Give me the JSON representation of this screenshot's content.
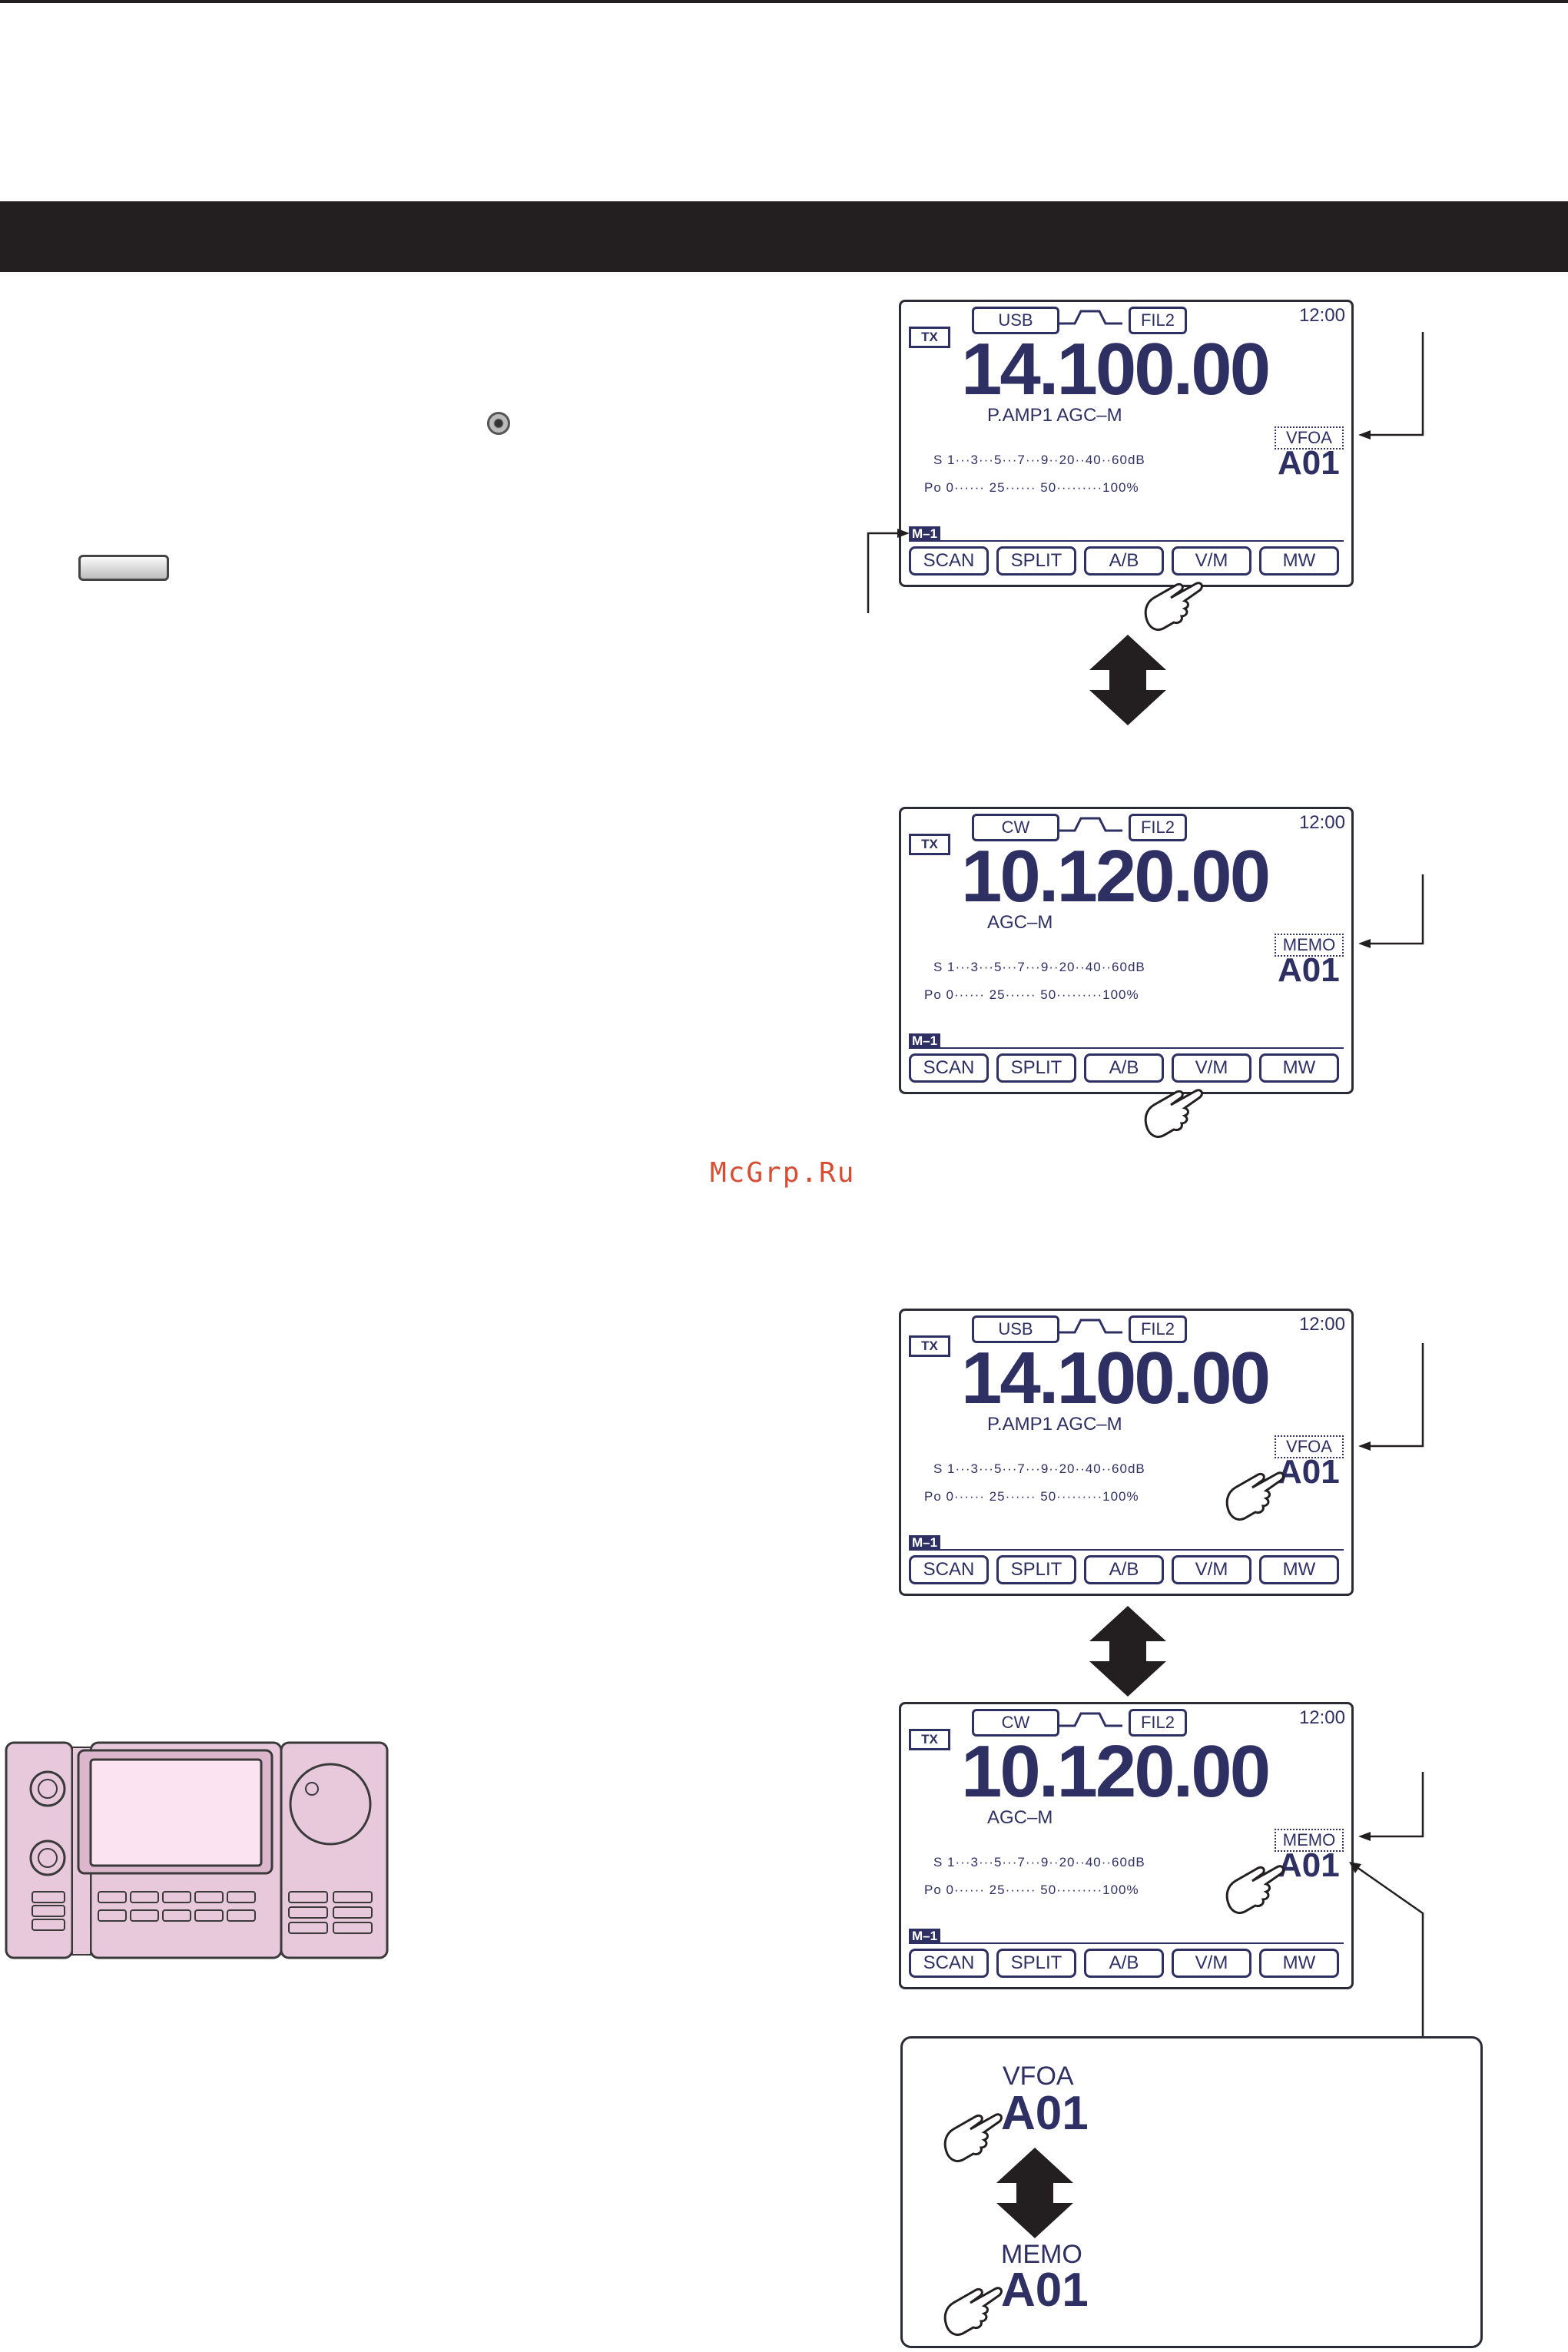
{
  "watermark": "McGrp.Ru",
  "screens": [
    {
      "tx": "TX",
      "mode": "USB",
      "filter": "FIL2",
      "clock": "12:00",
      "frequency": "14.100.00",
      "subline": "P.AMP1  AGC–M",
      "mode_tag": "VFOA",
      "channel": "A01",
      "s_meter": "S  1···3···5···7···9··20··40··60dB",
      "po_meter": "Po 0······ 25······ 50·········100%",
      "menu_tag": "M–1",
      "buttons": [
        "SCAN",
        "SPLIT",
        "A/B",
        "V/M",
        "MW"
      ]
    },
    {
      "tx": "TX",
      "mode": "CW",
      "filter": "FIL2",
      "clock": "12:00",
      "frequency": "10.120.00",
      "subline": "AGC–M",
      "mode_tag": "MEMO",
      "channel": "A01",
      "s_meter": "S  1···3···5···7···9··20··40··60dB",
      "po_meter": "Po 0······ 25······ 50·········100%",
      "menu_tag": "M–1",
      "buttons": [
        "SCAN",
        "SPLIT",
        "A/B",
        "V/M",
        "MW"
      ]
    },
    {
      "tx": "TX",
      "mode": "USB",
      "filter": "FIL2",
      "clock": "12:00",
      "frequency": "14.100.00",
      "subline": "P.AMP1  AGC–M",
      "mode_tag": "VFOA",
      "channel": "A01",
      "s_meter": "S  1···3···5···7···9··20··40··60dB",
      "po_meter": "Po 0······ 25······ 50·········100%",
      "menu_tag": "M–1",
      "buttons": [
        "SCAN",
        "SPLIT",
        "A/B",
        "V/M",
        "MW"
      ]
    },
    {
      "tx": "TX",
      "mode": "CW",
      "filter": "FIL2",
      "clock": "12:00",
      "frequency": "10.120.00",
      "subline": "AGC–M",
      "mode_tag": "MEMO",
      "channel": "A01",
      "s_meter": "S  1···3···5···7···9··20··40··60dB",
      "po_meter": "Po 0······ 25······ 50·········100%",
      "menu_tag": "M–1",
      "buttons": [
        "SCAN",
        "SPLIT",
        "A/B",
        "V/M",
        "MW"
      ]
    }
  ],
  "detail": {
    "top_label": "VFOA",
    "top_channel": "A01",
    "bottom_label": "MEMO",
    "bottom_channel": "A01"
  },
  "colors": {
    "lcd_text": "#2e2f63",
    "bar": "#231f20",
    "radio_body": "#e8c9dc",
    "radio_screen": "#fbe3f1"
  }
}
